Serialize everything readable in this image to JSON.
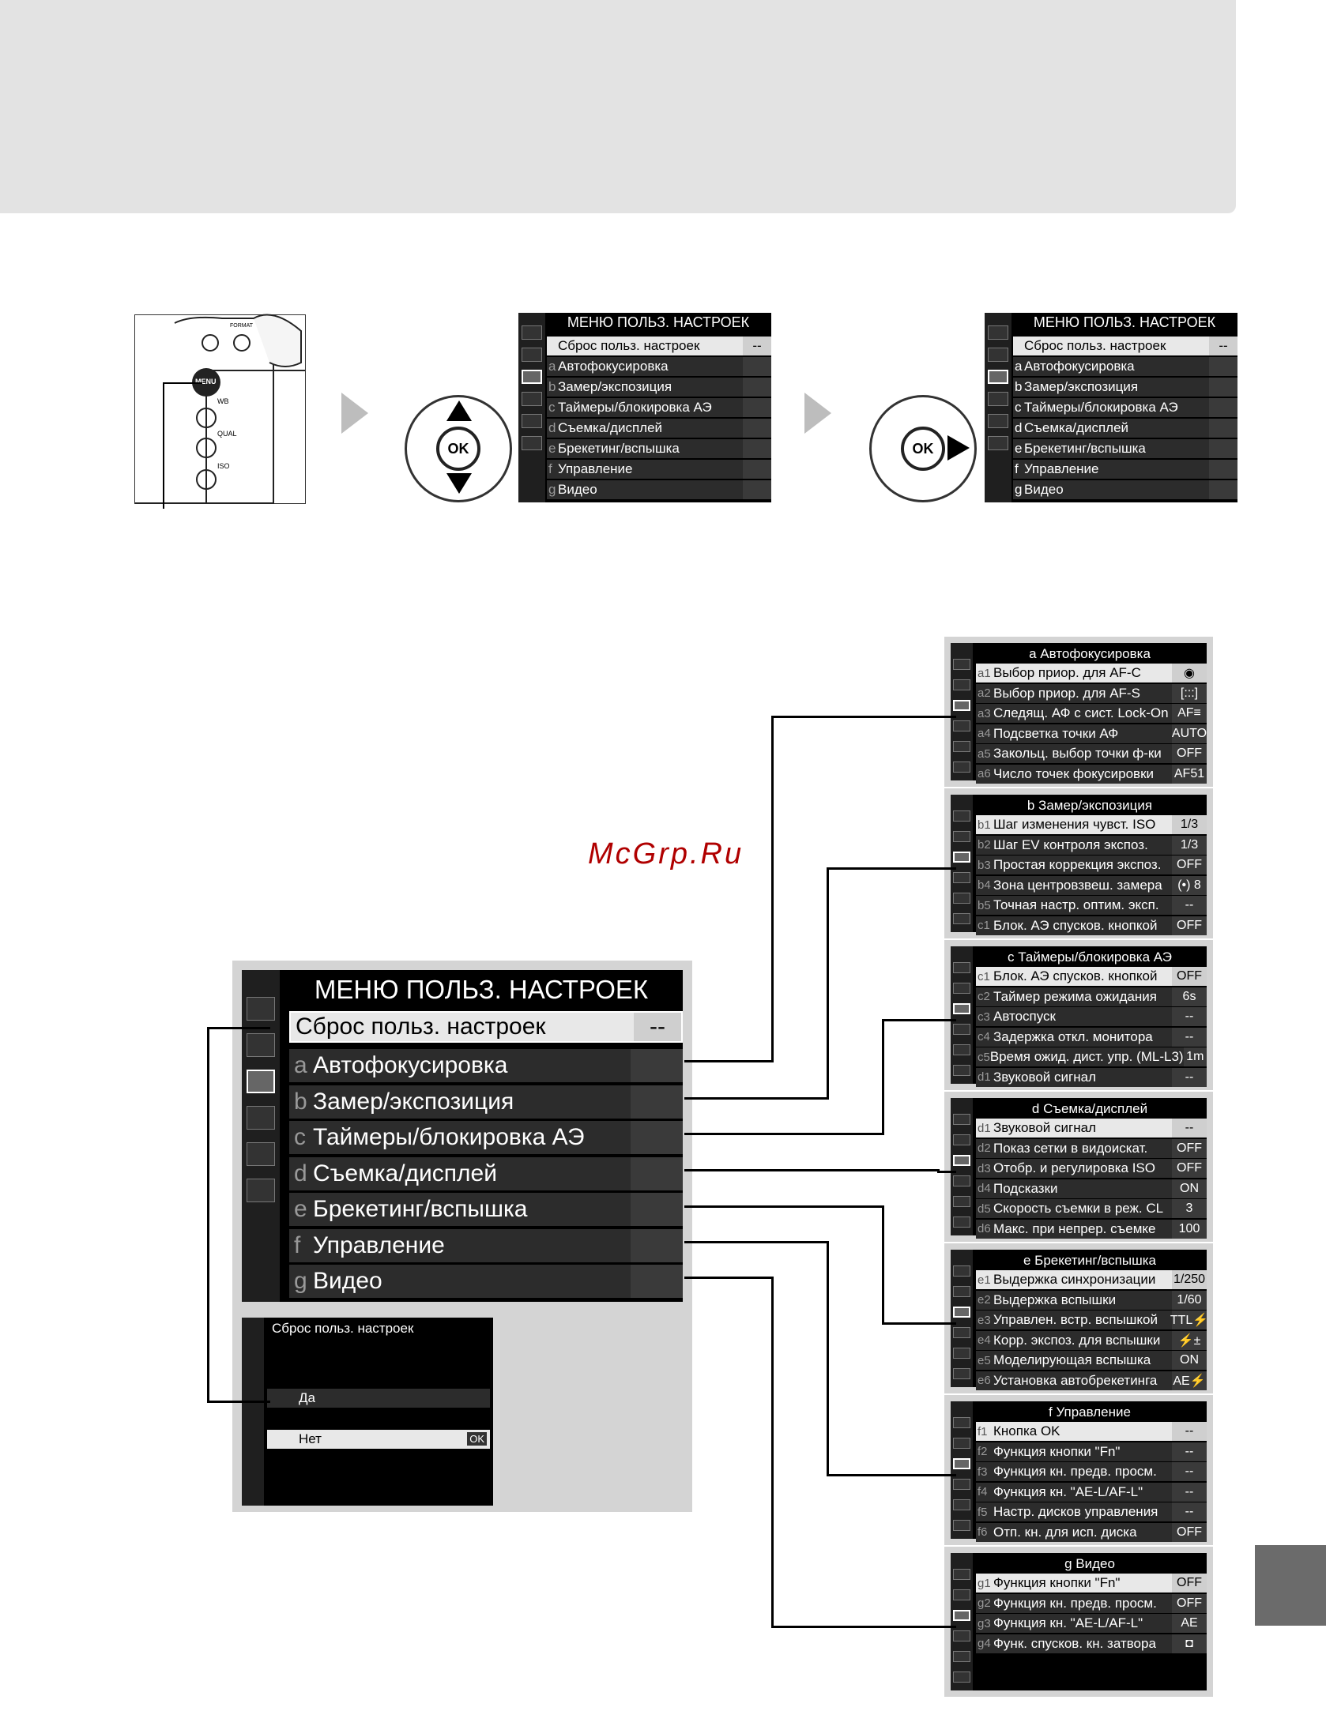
{
  "main_menu": {
    "title": "МЕНЮ ПОЛЬЗ. НАСТРОЕК",
    "reset_item": {
      "label": "Сброс польз. настроек",
      "value": "--"
    },
    "items": [
      {
        "letter": "a",
        "label": "Автофокусировка"
      },
      {
        "letter": "b",
        "label": "Замер/экспозиция"
      },
      {
        "letter": "c",
        "label": "Таймеры/блокировка АЭ"
      },
      {
        "letter": "d",
        "label": "Съемка/дисплей"
      },
      {
        "letter": "e",
        "label": "Брекетинг/вспышка"
      },
      {
        "letter": "f",
        "label": "Управление"
      },
      {
        "letter": "g",
        "label": "Видео"
      }
    ]
  },
  "reset_dialog": {
    "title": "Сброс польз. настроек",
    "yes": "Да",
    "no": "Нет",
    "ok_badge": "OK"
  },
  "dpad_ok": "OK",
  "camera_labels": {
    "menu": "MENU",
    "wb": "WB",
    "qual": "QUAL",
    "iso": "ISO",
    "format": "FORMAT"
  },
  "watermark": "McGrp.Ru",
  "submenus": [
    {
      "title_letter": "a",
      "title": "Автофокусировка",
      "rows": [
        {
          "code": "a1",
          "label": "Выбор приор. для AF-C",
          "value": "◉"
        },
        {
          "code": "a2",
          "label": "Выбор приор. для AF-S",
          "value": "[:::]"
        },
        {
          "code": "a3",
          "label": "Следящ. АФ с сист. Lock-On",
          "value": "AF≡"
        },
        {
          "code": "a4",
          "label": "Подсветка точки АФ",
          "value": "AUTO"
        },
        {
          "code": "a5",
          "label": "Закольц. выбор точки ф-ки",
          "value": "OFF"
        },
        {
          "code": "a6",
          "label": "Число точек фокусировки",
          "value": "AF51"
        }
      ]
    },
    {
      "title_letter": "b",
      "title": "Замер/экспозиция",
      "rows": [
        {
          "code": "b1",
          "label": "Шаг изменения чувст. ISO",
          "value": "1/3"
        },
        {
          "code": "b2",
          "label": "Шаг EV контроля экспоз.",
          "value": "1/3"
        },
        {
          "code": "b3",
          "label": "Простая коррекция экспоз.",
          "value": "OFF"
        },
        {
          "code": "b4",
          "label": "Зона центровзвеш. замера",
          "value": "(•) 8"
        },
        {
          "code": "b5",
          "label": "Точная настр. оптим. эксп.",
          "value": "--"
        },
        {
          "code": "c1",
          "label": "Блок. АЭ спусков. кнопкой",
          "value": "OFF"
        }
      ]
    },
    {
      "title_letter": "c",
      "title": "Таймеры/блокировка АЭ",
      "rows": [
        {
          "code": "c1",
          "label": "Блок. АЭ спусков. кнопкой",
          "value": "OFF"
        },
        {
          "code": "c2",
          "label": "Таймер режима ожидания",
          "value": "6s"
        },
        {
          "code": "c3",
          "label": "Автоспуск",
          "value": "--"
        },
        {
          "code": "c4",
          "label": "Задержка откл. монитора",
          "value": "--"
        },
        {
          "code": "c5",
          "label": "Время ожид. дист. упр. (ML-L3)",
          "value": "1m"
        },
        {
          "code": "d1",
          "label": "Звуковой сигнал",
          "value": "--"
        }
      ]
    },
    {
      "title_letter": "d",
      "title": "Съемка/дисплей",
      "rows": [
        {
          "code": "d1",
          "label": "Звуковой сигнал",
          "value": "--"
        },
        {
          "code": "d2",
          "label": "Показ сетки в видоискат.",
          "value": "OFF"
        },
        {
          "code": "d3",
          "label": "Отобр. и регулировка ISO",
          "value": "OFF"
        },
        {
          "code": "d4",
          "label": "Подсказки",
          "value": "ON"
        },
        {
          "code": "d5",
          "label": "Скорость съемки в реж. CL",
          "value": "3"
        },
        {
          "code": "d6",
          "label": "Макс. при непрер. съемке",
          "value": "100"
        }
      ]
    },
    {
      "title_letter": "e",
      "title": "Брекетинг/вспышка",
      "rows": [
        {
          "code": "e1",
          "label": "Выдержка синхронизации",
          "value": "1/250"
        },
        {
          "code": "e2",
          "label": "Выдержка вспышки",
          "value": "1/60"
        },
        {
          "code": "e3",
          "label": "Управлен. встр. вспышкой",
          "value": "TTL⚡"
        },
        {
          "code": "e4",
          "label": "Корр. экспоз. для вспышки",
          "value": "⚡±"
        },
        {
          "code": "e5",
          "label": "Моделирующая вспышка",
          "value": "ON"
        },
        {
          "code": "e6",
          "label": "Установка автобрекетинга",
          "value": "AE⚡"
        }
      ]
    },
    {
      "title_letter": "f",
      "title": "Управление",
      "rows": [
        {
          "code": "f1",
          "label": "Кнопка OK",
          "value": "--"
        },
        {
          "code": "f2",
          "label": "Функция кнопки \"Fn\"",
          "value": "--"
        },
        {
          "code": "f3",
          "label": "Функция кн. предв. просм.",
          "value": "--"
        },
        {
          "code": "f4",
          "label": "Функция кн. \"AE-L/AF-L\"",
          "value": "--"
        },
        {
          "code": "f5",
          "label": "Настр. дисков управления",
          "value": "--"
        },
        {
          "code": "f6",
          "label": "Отп. кн. для исп. диска",
          "value": "OFF"
        }
      ]
    },
    {
      "title_letter": "g",
      "title": "Видео",
      "rows": [
        {
          "code": "g1",
          "label": "Функция кнопки \"Fn\"",
          "value": "OFF"
        },
        {
          "code": "g2",
          "label": "Функция кн. предв. просм.",
          "value": "OFF"
        },
        {
          "code": "g3",
          "label": "Функция кн. \"AE-L/AF-L\"",
          "value": "AE"
        },
        {
          "code": "g4",
          "label": "Функ. спусков. кн. затвора",
          "value": "◘"
        }
      ]
    }
  ]
}
